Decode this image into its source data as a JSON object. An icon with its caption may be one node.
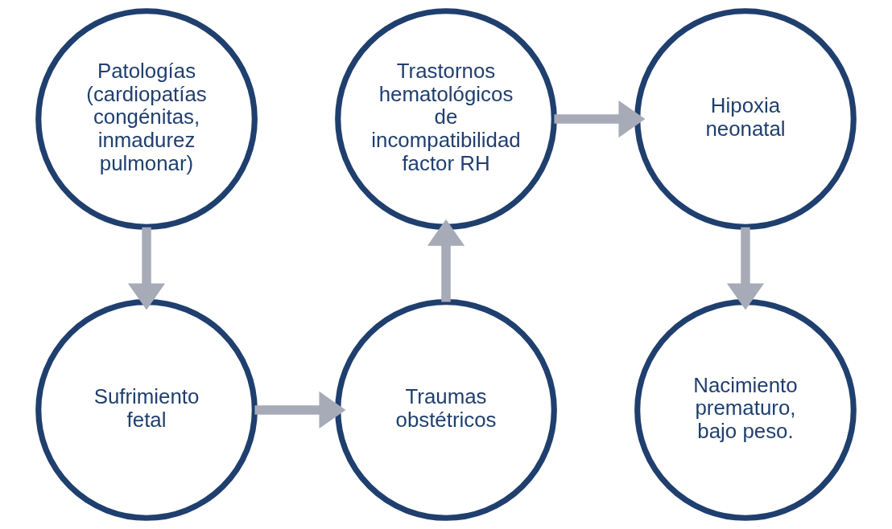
{
  "diagram": {
    "nodes": [
      {
        "text": [
          "Patologías (cardiopatías congénitas, inmadurez pulmonar)"
        ]
      },
      {
        "text": [
          "Sufrimiento fetal"
        ]
      },
      {
        "text": [
          "Traumas obstétricos"
        ]
      },
      {
        "text": [
          "Trastornos hematológicos de incompatibilidad factor RH"
        ]
      },
      {
        "text": [
          "Hipoxia neonatal"
        ]
      },
      {
        "text": [
          "Nacimiento prematuro, bajo peso."
        ]
      }
    ],
    "edges": [
      {
        "from": 0,
        "to": 1,
        "arrow": "to"
      },
      {
        "from": 1,
        "to": 2,
        "arrow": "to"
      },
      {
        "from": 2,
        "to": 3,
        "arrow": "to"
      },
      {
        "from": 3,
        "to": 4,
        "arrow": "to"
      },
      {
        "from": 4,
        "to": 5,
        "arrow": "to"
      }
    ]
  }
}
